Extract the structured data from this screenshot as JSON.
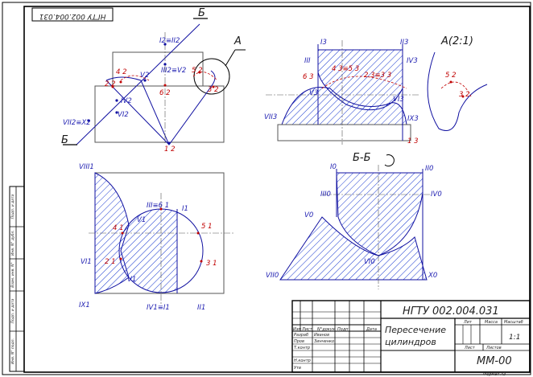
{
  "colors": {
    "background": "#ffffff",
    "frame": "#000000",
    "outline": "#1010a0",
    "hatch": "#1a3ad0",
    "construction": "#c00000",
    "thin": "#555555"
  },
  "stamp_top": "НГТУ 002.004.031",
  "section_label": "Б",
  "view_label": "А",
  "detail_label": "А(2:1)",
  "section_title": "Б-Б",
  "front_view": {
    "labels": [
      "I2≡II2",
      "III2≡V2",
      "V2",
      "IV2",
      "VI2",
      "4 2",
      "2 2",
      "6 2",
      "5 2",
      "3 2",
      "1 2",
      "VII2≡X2"
    ]
  },
  "side_view": {
    "labels": [
      "I3",
      "II3",
      "III",
      "IV3",
      "4 3≡5 3",
      "2 3≡3 3",
      "6 3",
      "V3",
      "VI3",
      "VII3",
      "IX3",
      "1 3"
    ]
  },
  "detail_view": {
    "labels": [
      "5 2",
      "3 2"
    ]
  },
  "top_view": {
    "labels": [
      "VIII1",
      "III≡6 1",
      "I1",
      "V1",
      "4 1",
      "5 1",
      "VI1",
      "2 1",
      "3 1",
      "V1",
      "IX1",
      "IV1≡I1",
      "II1"
    ]
  },
  "section_view": {
    "labels": [
      "I0",
      "II0",
      "III0",
      "IV0",
      "V0",
      "VI0",
      "VII0",
      "X0"
    ]
  },
  "title_block": {
    "designation": "НГТУ 002.004.031",
    "name_line1": "Пересечение",
    "name_line2": "цилиндров",
    "col_headers": [
      "Изм",
      "Лист",
      "N°докум",
      "Подп",
      "Дата"
    ],
    "rows": [
      {
        "role": "Разраб",
        "name": "Иванов"
      },
      {
        "role": "Пров",
        "name": "Зинченко"
      },
      {
        "role": "Т.контр",
        "name": ""
      },
      {
        "role": "",
        "name": ""
      },
      {
        "role": "Н.контр",
        "name": ""
      },
      {
        "role": "Утв",
        "name": ""
      }
    ],
    "lit_header": "Лит",
    "mass_header": "Масса",
    "scale_header": "Масштаб",
    "scale_value": "1:1",
    "sheet_label": "Лист",
    "sheets_label": "Листов",
    "doc_code": "ММ-00",
    "format": "Формат А3"
  },
  "side_stamp": [
    "Подп. и дата",
    "Инв. N° дубл.",
    "Взам. инв. N°",
    "Подп. и дата",
    "Инв. N° подл."
  ]
}
